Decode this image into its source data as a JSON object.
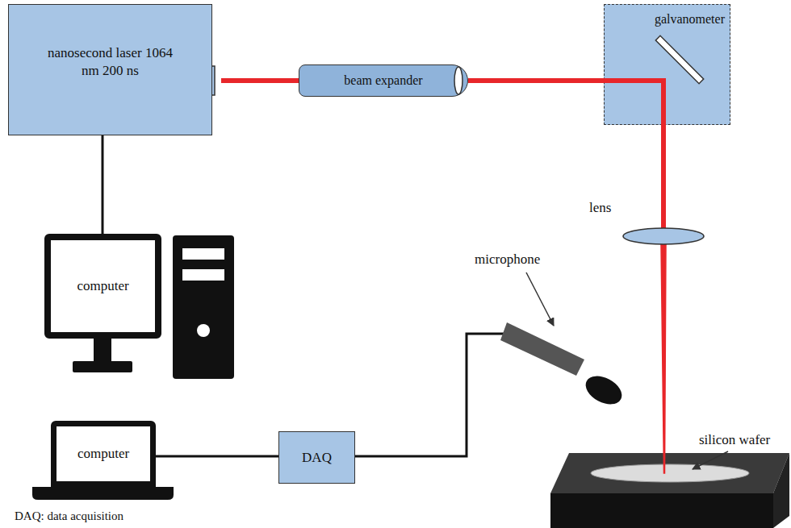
{
  "diagram": {
    "nodes": [
      {
        "text": [
          "nanosecond laser 1064 nm 200 ns"
        ]
      },
      {
        "text": [
          "beam expander"
        ]
      },
      {
        "text": [
          "galvanometer"
        ]
      },
      {
        "text": [
          "computer"
        ]
      },
      {
        "text": [
          "computer"
        ]
      },
      {
        "text": [
          "DAQ"
        ]
      }
    ],
    "edges": [
      {
        "from": 0,
        "to": 1,
        "arrow": "none"
      },
      {
        "from": 1,
        "to": 2,
        "arrow": "none"
      },
      {
        "from": 0,
        "to": 3,
        "arrow": "none"
      },
      {
        "from": 4,
        "to": 5,
        "arrow": "none"
      }
    ],
    "labels": [
      "lens",
      "microphone",
      "silicon wafer",
      "DAQ: data acquisition"
    ]
  }
}
